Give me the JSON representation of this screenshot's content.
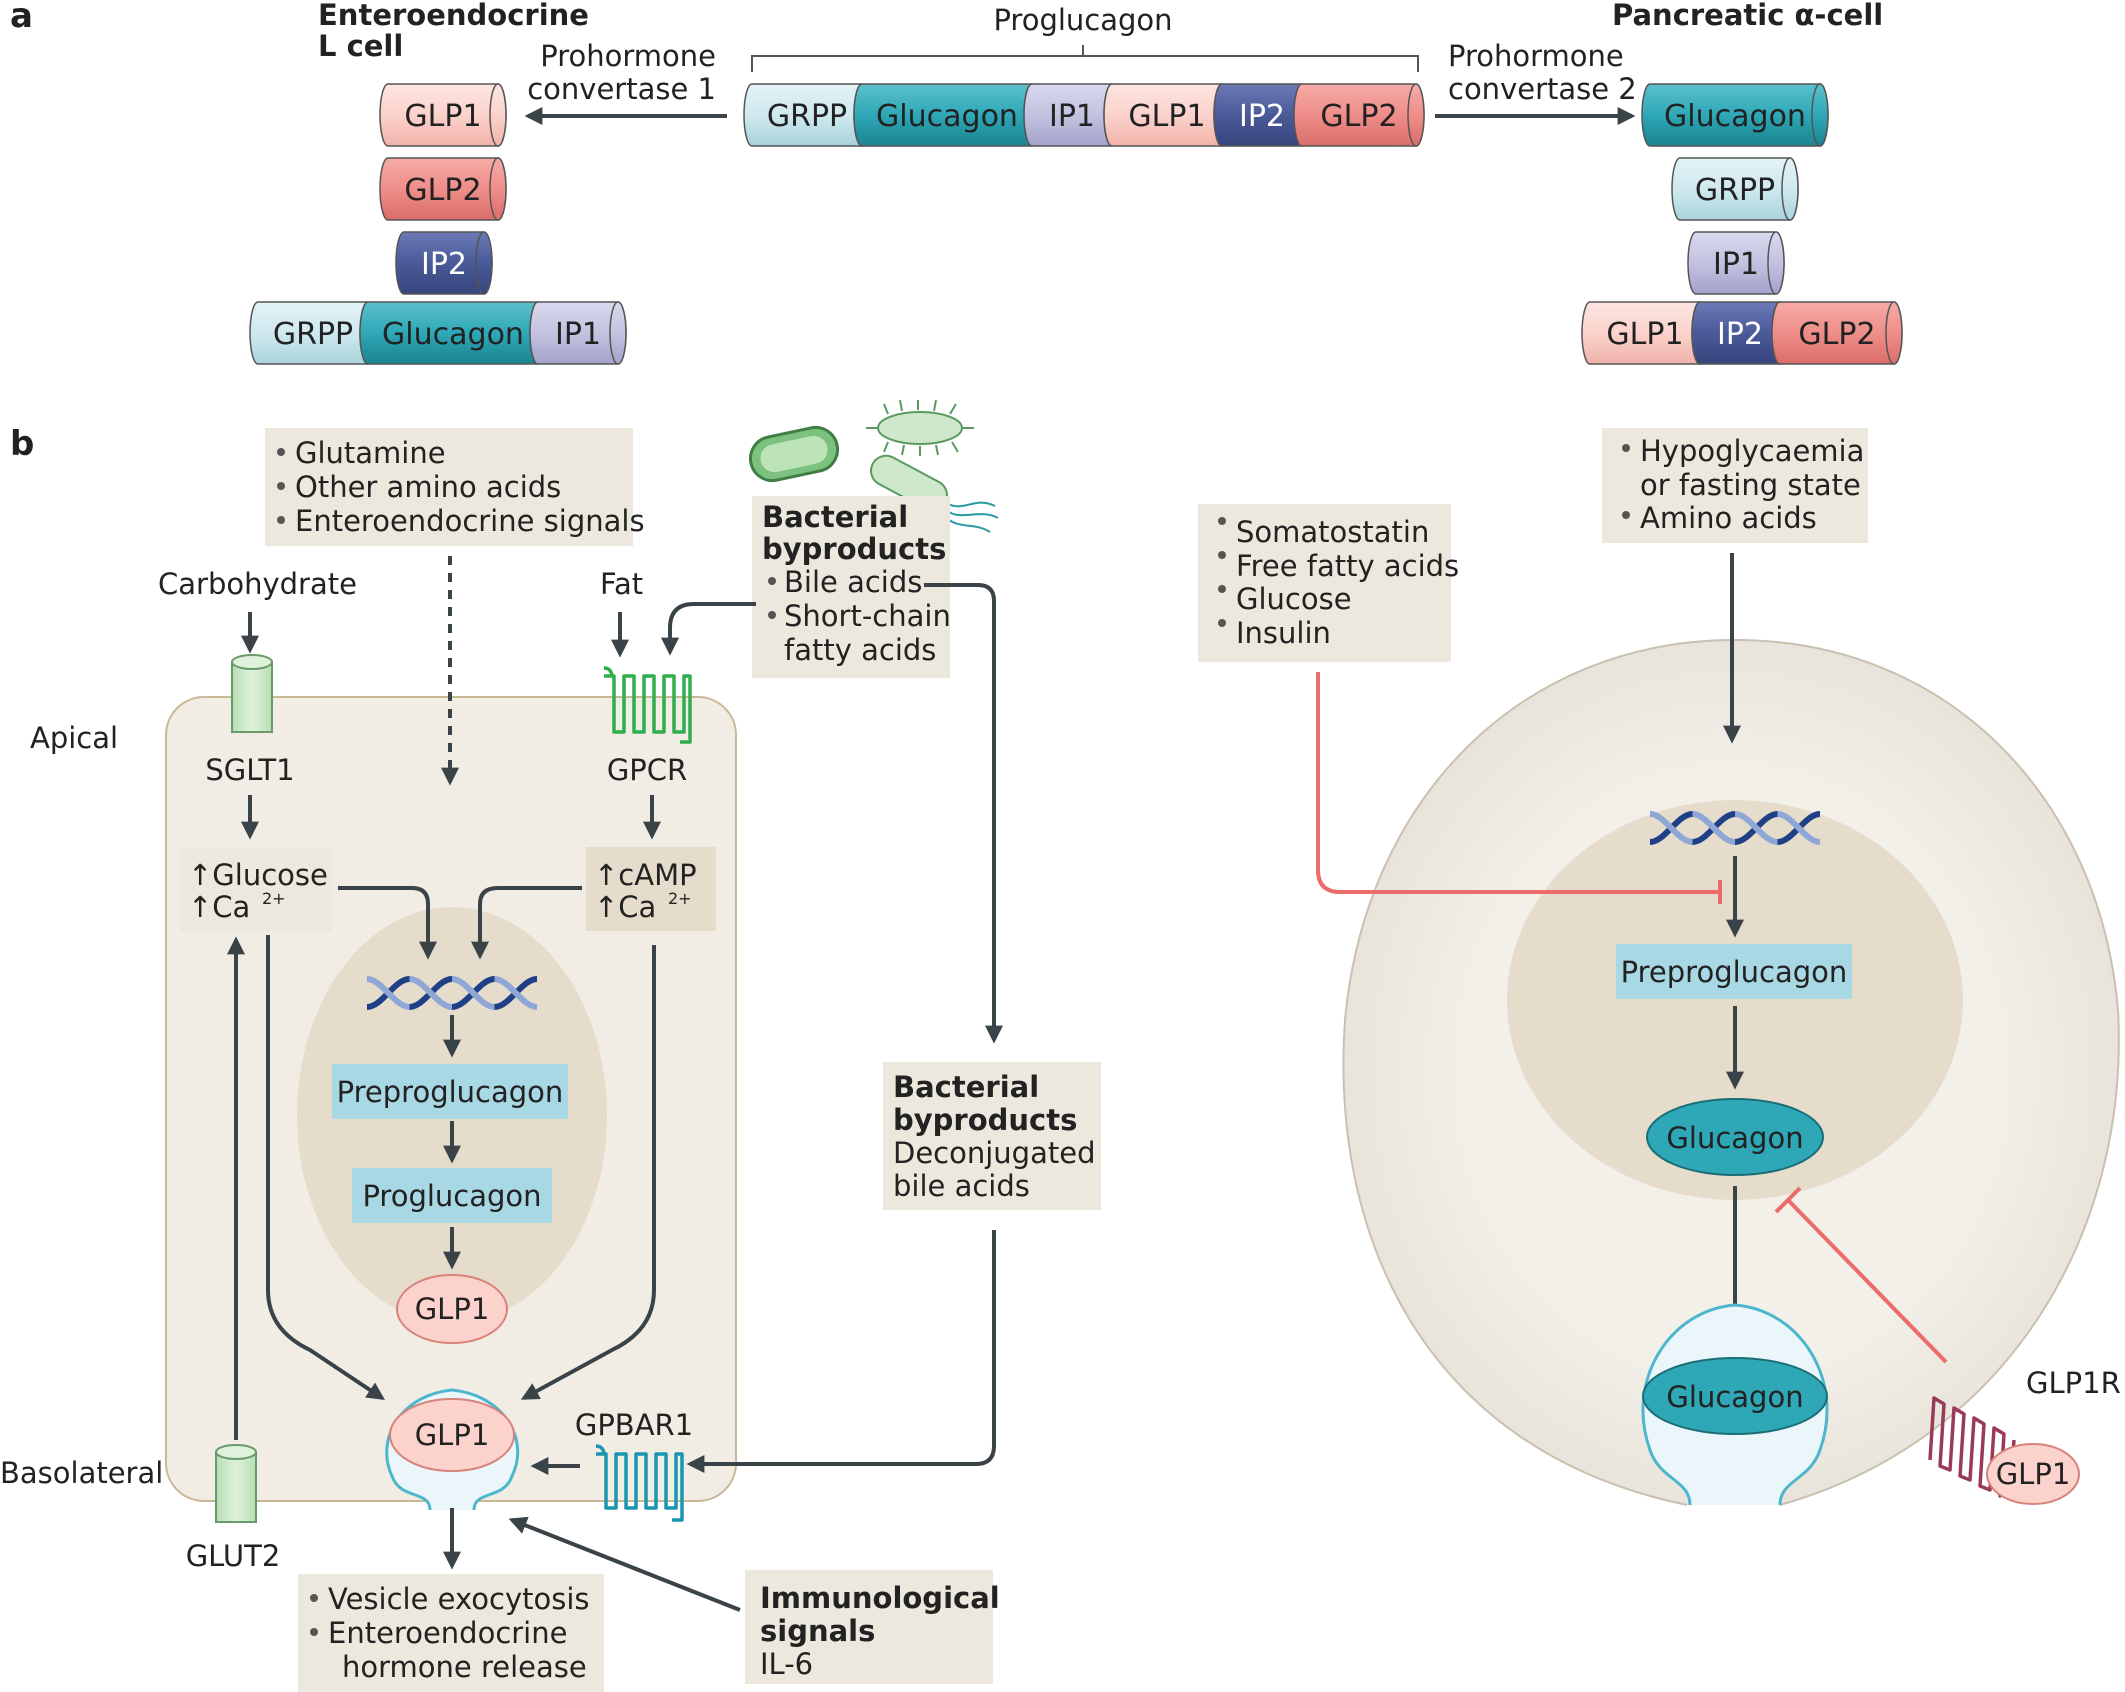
{
  "panel_a": {
    "label": "a",
    "proglucagon_label": "Proglucagon",
    "l_cell_title_1": "Enteroendocrine",
    "l_cell_title_2": "L cell",
    "alpha_cell_title": "Pancreatic α-cell",
    "pc1_line1": "Prohormone",
    "pc1_line2": "convertase 1",
    "pc2_line1": "Prohormone",
    "pc2_line2": "convertase 2",
    "segments": {
      "grpp": "GRPP",
      "glucagon": "Glucagon",
      "ip1": "IP1",
      "glp1": "GLP1",
      "ip2": "IP2",
      "glp2": "GLP2"
    }
  },
  "panel_b": {
    "label": "b",
    "amino_box": [
      "Glutamine",
      "Other amino acids",
      "Enteroendocrine signals"
    ],
    "carbohydrate": "Carbohydrate",
    "fat": "Fat",
    "apical": "Apical",
    "basolateral": "Basolateral",
    "sglt1": "SGLT1",
    "gpcr": "GPCR",
    "glut2": "GLUT2",
    "gpbar1": "GPBAR1",
    "glucose_box": [
      "↑Glucose",
      "↑Ca"
    ],
    "camp_box": [
      "↑cAMP",
      "↑Ca"
    ],
    "ca_superscript": "2+",
    "preproglucagon": "Preproglucagon",
    "proglucagon": "Proglucagon",
    "glp1": "GLP1",
    "bacterial_top_title": [
      "Bacterial",
      "byproducts"
    ],
    "bacterial_top_items": [
      "Bile acids",
      "Short-chain",
      "fatty acids"
    ],
    "bacterial_mid_title": [
      "Bacterial",
      "byproducts"
    ],
    "bacterial_mid_items": [
      "Deconjugated",
      "bile acids"
    ],
    "exocytosis_box": [
      "Vesicle exocytosis",
      "Enteroendocrine",
      "hormone release"
    ],
    "immuno_title": [
      "Immunological",
      "signals"
    ],
    "immuno_item": "IL-6",
    "inhibitor_box": [
      "Somatostatin",
      "Free fatty acids",
      "Glucose",
      "Insulin"
    ],
    "stimulus_box": [
      "Hypoglycaemia",
      "or fasting state",
      "Amino acids"
    ],
    "alpha_preproglucagon": "Preproglucagon",
    "alpha_glucagon": "Glucagon",
    "vesicle_glucagon": "Glucagon",
    "glp1r": "GLP1R",
    "alpha_glp1": "GLP1"
  },
  "colors": {
    "grpp": "#cfe9ef",
    "glucagon": "#2ea8b7",
    "ip1": "#c3c3e0",
    "glp1": "#fbd3cc",
    "ip2": "#4a5a99",
    "glp2": "#ef8e8a",
    "cell_fill": "#f1ede5",
    "nucleus": "#e6dccb",
    "arrow": "#3a4348",
    "inhibit": "#ec6b6b"
  }
}
